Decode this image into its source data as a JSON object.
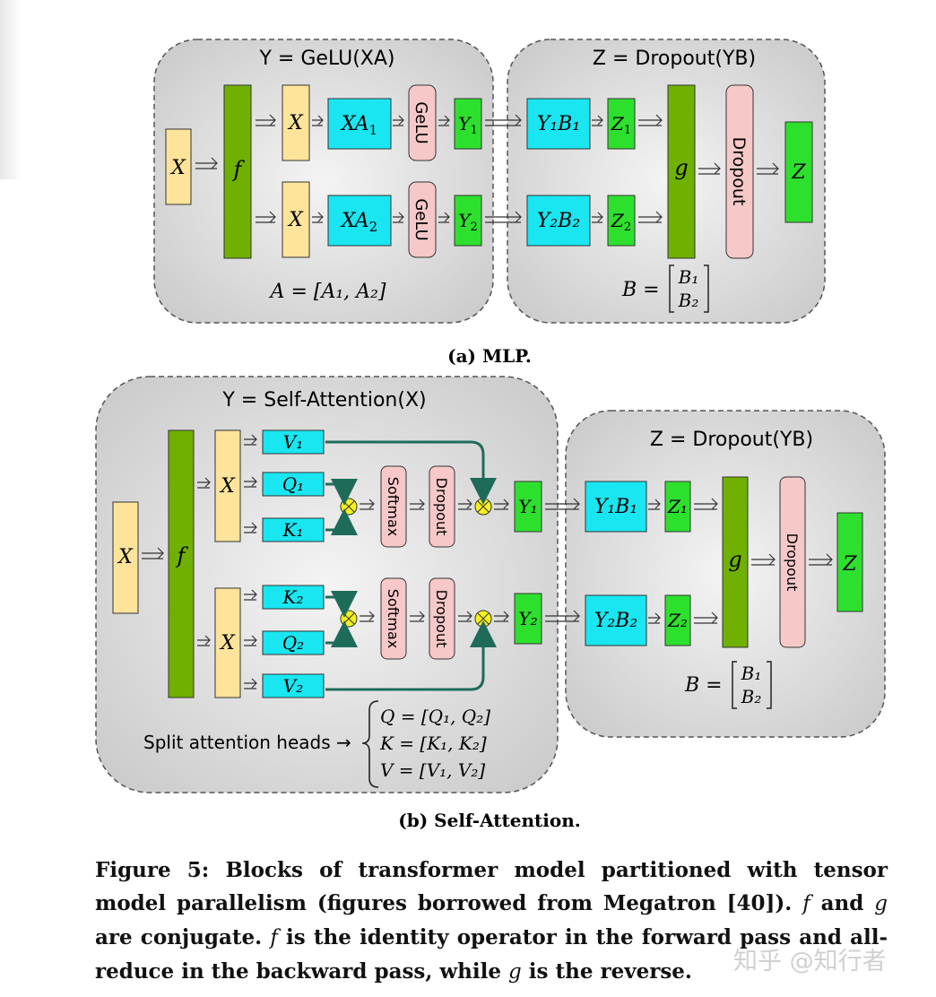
{
  "mlp": {
    "left_title": "Y = GeLU(XA)",
    "right_title": "Z = Dropout(YB)",
    "input": "X",
    "f": "f",
    "g": "g",
    "x_top": "X",
    "x_bottom": "X",
    "xa1_base": "XA",
    "xa1_sub": "1",
    "xa2_base": "XA",
    "xa2_sub": "2",
    "gelu": "GeLU",
    "y1_base": "Y",
    "y1_sub": "1",
    "y2_base": "Y",
    "y2_sub": "2",
    "y1b1": "Y₁B₁",
    "y2b2": "Y₂B₂",
    "z1_base": "Z",
    "z1_sub": "1",
    "z2_base": "Z",
    "z2_sub": "2",
    "dropout": "Dropout",
    "z": "Z",
    "a_eq": "A = [A₁, A₂]",
    "b_eq_lhs": "B =",
    "b1": "B₁",
    "b2": "B₂",
    "caption": "(a) MLP."
  },
  "attn": {
    "left_title": "Y = Self-Attention(X)",
    "right_title": "Z = Dropout(YB)",
    "input": "X",
    "f": "f",
    "g": "g",
    "x_top": "X",
    "x_bottom": "X",
    "v1": "V₁",
    "q1": "Q₁",
    "k1": "K₁",
    "k2": "K₂",
    "q2": "Q₂",
    "v2": "V₂",
    "softmax": "Softmax",
    "dropout": "Dropout",
    "y1": "Y₁",
    "y2": "Y₂",
    "y1b1": "Y₁B₁",
    "y2b2": "Y₂B₂",
    "z1": "Z₁",
    "z2": "Z₂",
    "z": "Z",
    "split_label": "Split attention heads →",
    "q_eq": "Q = [Q₁, Q₂]",
    "k_eq": "K = [K₁, K₂]",
    "v_eq": "V = [V₁, V₂]",
    "b_eq_lhs": "B =",
    "b1": "B₁",
    "b2": "B₂",
    "caption": "(b) Self-Attention."
  },
  "figure_caption": {
    "lead": "Figure 5: Blocks of transformer model partitioned with tensor model parallelism (figures borrowed from Megatron [40]).",
    "f": "f",
    "and": "and",
    "g": "g",
    "conj": "are conjugate.",
    "f2": "f",
    "identity": "is the identity operator in the forward pass and all-reduce in the backward pass, while",
    "g2": "g",
    "tail": "is the reverse."
  },
  "watermark": "知乎 @知行者",
  "colors": {
    "panel": "#dcdcdc",
    "green_dark": "#6fb000",
    "green_bright": "#2ee02e",
    "cyan": "#19e6f0",
    "yellow_box": "#fde49a",
    "pink": "#f7c8c8",
    "teal_arrow": "#1f6b5a",
    "otimes": "#f7f21a"
  }
}
